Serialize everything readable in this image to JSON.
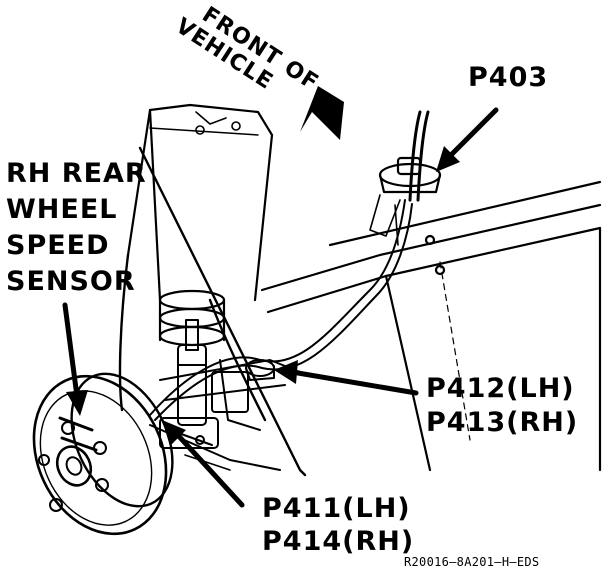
{
  "labels": {
    "front_line1": "FRONT OF",
    "front_line2": "VEHICLE",
    "sensor_line1": "RH REAR",
    "sensor_line2": "WHEEL",
    "sensor_line3": "SPEED",
    "sensor_line4": "SENSOR",
    "p403": "P403",
    "p412": "P412(LH)",
    "p413": "P413(RH)",
    "p411": "P411(LH)",
    "p414": "P414(RH)",
    "reference": "R20016–8A201–H–EDS"
  },
  "colors": {
    "ink": "#000000",
    "paper": "#ffffff"
  }
}
